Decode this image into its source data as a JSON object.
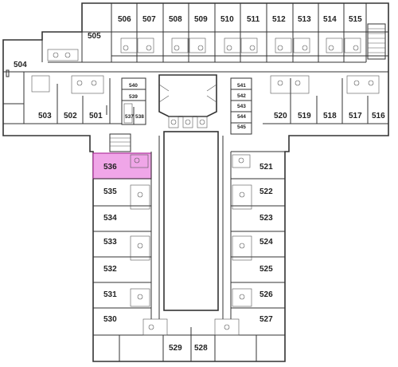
{
  "colors": {
    "highlight_fill": "#f0a6e8",
    "highlight_stroke": "#b2369f",
    "wall": "#333333",
    "fixture": "#666666"
  },
  "rooms": {
    "r506": "506",
    "r507": "507",
    "r508": "508",
    "r509": "509",
    "r510": "510",
    "r511": "511",
    "r512": "512",
    "r513": "513",
    "r514": "514",
    "r515": "515",
    "r505": "505",
    "r504": "504",
    "r503": "503",
    "r502": "502",
    "r501": "501",
    "r540": "540",
    "r539": "539",
    "r537": "537",
    "r538": "538",
    "r541": "541",
    "r542": "542",
    "r543": "543",
    "r544": "544",
    "r545": "545",
    "r520": "520",
    "r519": "519",
    "r518": "518",
    "r517": "517",
    "r516": "516",
    "r536": "536",
    "r535": "535",
    "r534": "534",
    "r533": "533",
    "r532": "532",
    "r531": "531",
    "r530": "530",
    "r529": "529",
    "r528": "528",
    "r521": "521",
    "r522": "522",
    "r523": "523",
    "r524": "524",
    "r525": "525",
    "r526": "526",
    "r527": "527"
  },
  "highlighted_room": "536"
}
